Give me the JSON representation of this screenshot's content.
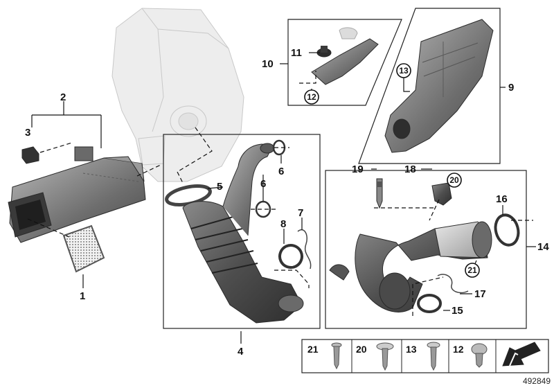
{
  "diagram": {
    "document_id": "492849",
    "callouts": {
      "c1": "1",
      "c2": "2",
      "c3": "3",
      "c4": "4",
      "c5": "5",
      "c6a": "6",
      "c6b": "6",
      "c7": "7",
      "c8": "8",
      "c9": "9",
      "c10": "10",
      "c11": "11",
      "c12": "12",
      "c13": "13",
      "c14": "14",
      "c15": "15",
      "c16": "16",
      "c17": "17",
      "c18": "18",
      "c19": "19",
      "c20": "20",
      "c21": "21"
    },
    "legend": [
      {
        "number": "21",
        "part": "screw-short"
      },
      {
        "number": "20",
        "part": "screw-flange"
      },
      {
        "number": "13",
        "part": "screw-long"
      },
      {
        "number": "12",
        "part": "screw-collar"
      }
    ],
    "colors": {
      "part_dark": "#4a4a4a",
      "part_mid": "#7a7a7a",
      "ghost": "#ededed",
      "frame": "#222222"
    }
  }
}
